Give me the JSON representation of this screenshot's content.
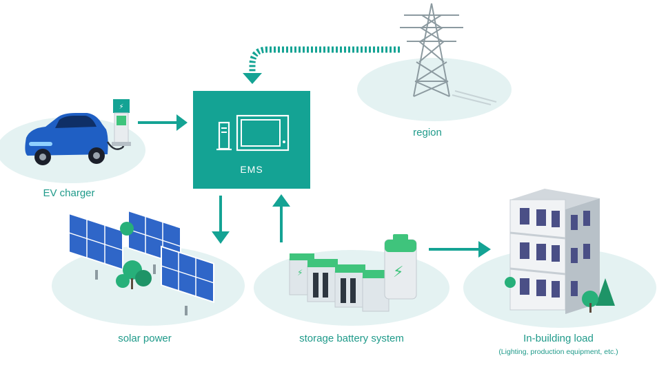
{
  "colors": {
    "teal": "#14a394",
    "teal_dark": "#0f8b7d",
    "ground": "#e4f2f2",
    "label_text": "#1f9a8a",
    "green": "#3fc47c",
    "panel_blue": "#2f66c8",
    "car_blue": "#1f5fc4"
  },
  "nodes": {
    "ems": {
      "label": "EMS"
    },
    "ev_charger": {
      "label": "EV charger"
    },
    "region": {
      "label": "region"
    },
    "solar": {
      "label": "solar power"
    },
    "storage": {
      "label": "storage battery system"
    },
    "building": {
      "label": "In-building load",
      "sublabel": "(Lighting, production equipment, etc.)"
    }
  },
  "flows": [
    {
      "from": "region",
      "to": "ems",
      "style": "dashed"
    },
    {
      "from": "ev_charger",
      "to": "ems",
      "style": "solid"
    },
    {
      "from": "ems",
      "to": "solar",
      "style": "solid"
    },
    {
      "from": "storage",
      "to": "ems",
      "style": "solid"
    },
    {
      "from": "storage",
      "to": "building",
      "style": "solid"
    }
  ]
}
